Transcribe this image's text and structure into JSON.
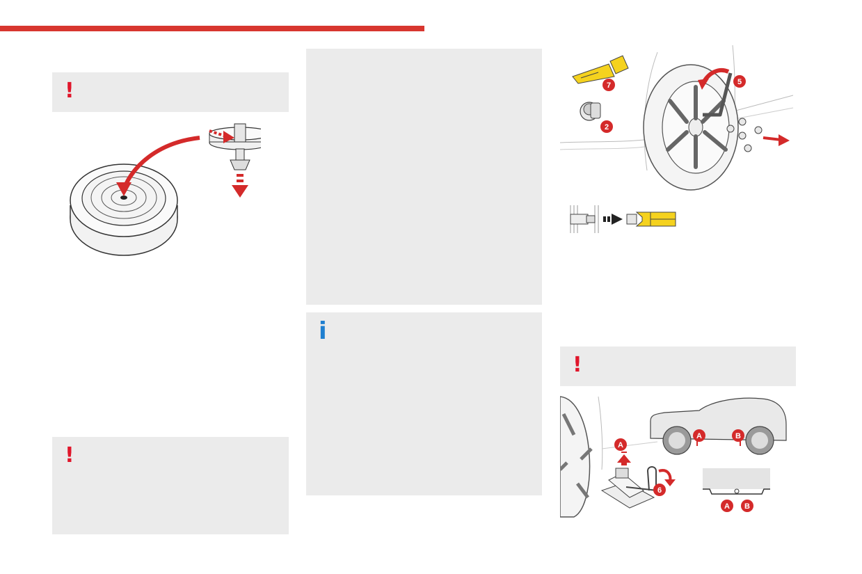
{
  "header": {
    "accent_color": "#d8362f"
  },
  "callouts": [
    {
      "id": "warning-top-left",
      "icon": "exclamation-icon",
      "symbol": "!",
      "color": "#e0162b"
    },
    {
      "id": "warning-bottom-left",
      "icon": "exclamation-icon",
      "symbol": "!",
      "color": "#e0162b"
    },
    {
      "id": "info-center",
      "icon": "info-icon",
      "symbol": "i",
      "color": "#1f7fd0"
    },
    {
      "id": "warning-right",
      "icon": "exclamation-icon",
      "symbol": "!",
      "color": "#e0162b"
    }
  ],
  "figures": {
    "spare_wheel": {
      "icon": "spare-wheel-illustration"
    },
    "wheel_removal": {
      "badges": {
        "anti_theft_adaptor": "7",
        "socket": "2",
        "wrench": "5"
      }
    },
    "jack_points": {
      "badges": {
        "front_point": "A",
        "rear_point": "B",
        "jack_handle": "6",
        "sill_a": "A",
        "sill_b": "B"
      }
    }
  }
}
